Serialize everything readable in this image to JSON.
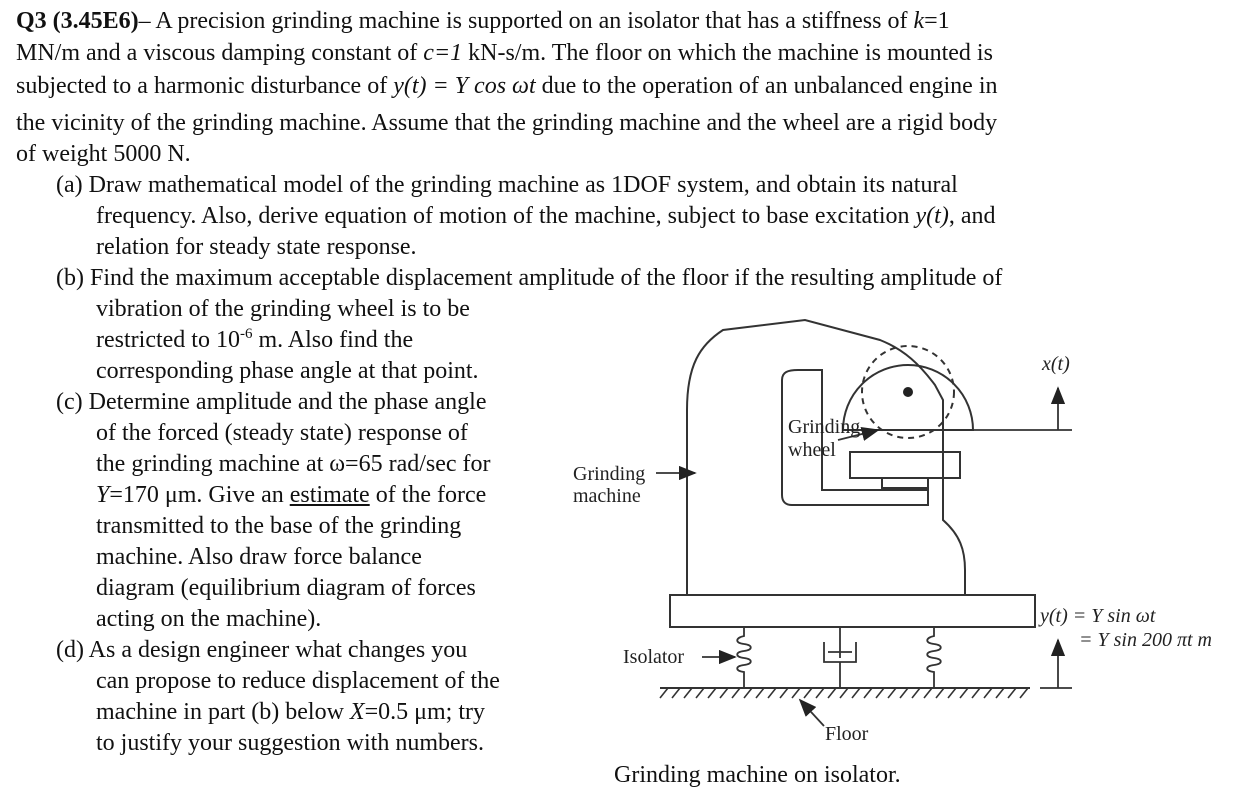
{
  "question": {
    "number": "Q3 (3.45E6)",
    "dash": "– ",
    "intro_1a": "A precision grinding machine is supported on an isolator that has a stiffness of ",
    "k_sym": "k",
    "k_eq": "=1",
    "intro_2a": "MN/m and a viscous damping constant of ",
    "c_sym": "c",
    "c_eq": "=1",
    "intro_2b": " kN-s/m. The floor on which the machine is mounted is",
    "intro_3a": "subjected to a harmonic disturbance of ",
    "disturbance_expr": "y(t) = Y cos ωt",
    "intro_3b": " due to the operation of an unbalanced engine in",
    "intro_4": "the vicinity of the grinding machine. Assume that the grinding machine and the wheel are a rigid body",
    "intro_5": "of weight 5000 N."
  },
  "parts": {
    "a": [
      "(a) Draw mathematical model of the grinding machine as 1DOF system, and obtain its natural",
      "frequency. Also, derive equation of motion of the machine, subject to base excitation ",
      "y(t)",
      ", and",
      "relation for steady state response."
    ],
    "b": [
      "(b) Find the maximum acceptable displacement amplitude of the floor if the resulting amplitude of",
      "vibration of the grinding wheel is to be",
      "restricted to 10",
      "-6",
      " m. Also find the",
      "corresponding phase angle at that point."
    ],
    "c": [
      "(c) Determine amplitude and the phase angle",
      "of the forced (steady state) response of",
      "the grinding machine at ω=65 rad/sec for",
      "Y",
      "=170 μm. Give an ",
      "estimate",
      " of the force",
      "transmitted to the base of the grinding",
      "machine. Also draw force balance",
      "diagram (equilibrium diagram of forces",
      "acting on the machine)."
    ],
    "d": [
      "(d) As a design engineer what changes you",
      "can propose to reduce displacement of the",
      "machine in part (b) below ",
      "X",
      "=0.5 μm; try",
      "to justify your suggestion with numbers."
    ]
  },
  "figure": {
    "label_grinding_wheel_1": "Grinding",
    "label_grinding_wheel_2": "wheel",
    "label_grinding_machine_1": "Grinding",
    "label_grinding_machine_2": "machine",
    "label_isolator": "Isolator",
    "label_floor": "Floor",
    "label_xt": "x(t)",
    "label_yt_1": "y(t) = Y sin ωt",
    "label_yt_2": "= Y sin 200 πt m",
    "caption": "Grinding machine on isolator."
  }
}
